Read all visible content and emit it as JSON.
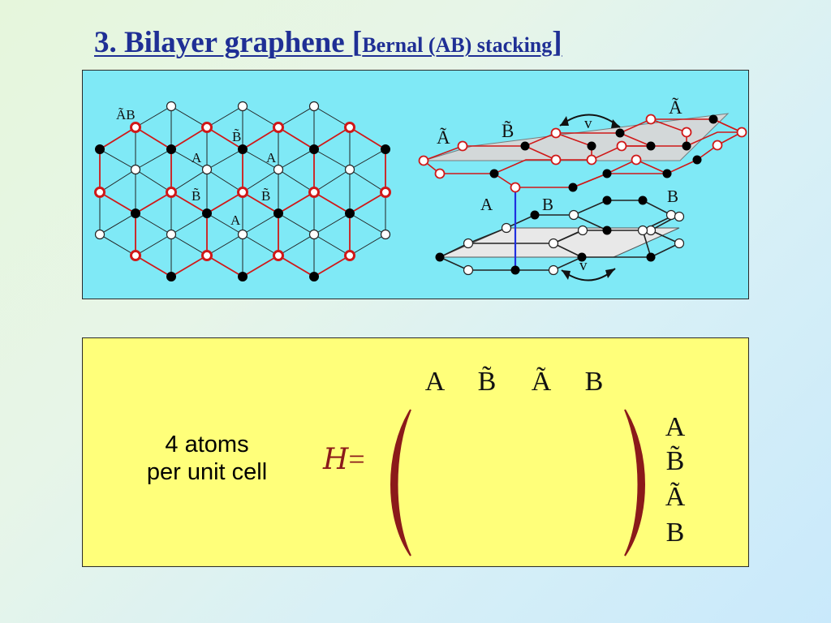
{
  "title": {
    "main": "3. Bilayer graphene [",
    "sub": "Bernal (AB) stacking",
    "close": "]"
  },
  "diagram": {
    "top_view_labels": [
      "ÃB",
      "B̃",
      "A",
      "A",
      "B̃",
      "B̃",
      "A"
    ],
    "side_view_labels": {
      "top_layer_left_a": "Ã",
      "top_layer_b": "B̃",
      "top_layer_right_a": "Ã",
      "top_hopping": "v",
      "bottom_layer_a": "A",
      "bottom_layer_b": "B",
      "bottom_layer_right_b": "B",
      "bottom_hopping": "v"
    },
    "colors": {
      "top_layer_bonds": "#d01818",
      "bottom_layer_bonds": "#222222",
      "interlayer_bond": "#2030e0",
      "atom_black": "#000000",
      "atom_white": "#ffffff"
    }
  },
  "info": {
    "atoms_line1": "4 atoms",
    "atoms_line2": "per unit cell",
    "hamiltonian_symbol": "H",
    "equals": "=",
    "column_labels": [
      "A",
      "B̃",
      "Ã",
      "B"
    ],
    "row_labels": [
      "A",
      "B̃",
      "Ã",
      "B"
    ],
    "colors": {
      "panel_top_bg": "#7fe9f6",
      "panel_bottom_bg": "#ffff7a",
      "title": "#1f2f95",
      "hamiltonian": "#8b1a1a"
    }
  }
}
